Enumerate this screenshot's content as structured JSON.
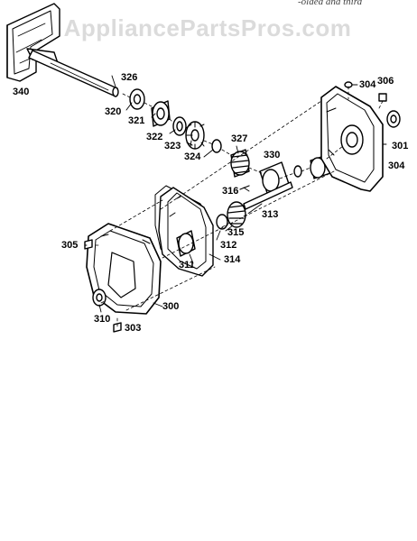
{
  "watermark": "AppliancePartsPros.com",
  "top_note": "-olded and third",
  "parts": [
    {
      "id": "326"
    },
    {
      "id": "340"
    },
    {
      "id": "320"
    },
    {
      "id": "321"
    },
    {
      "id": "322"
    },
    {
      "id": "323"
    },
    {
      "id": "324"
    },
    {
      "id": "327"
    },
    {
      "id": "330"
    },
    {
      "id": "304"
    },
    {
      "id": "306"
    },
    {
      "id": "301"
    },
    {
      "id": "304"
    },
    {
      "id": "316"
    },
    {
      "id": "313"
    },
    {
      "id": "315"
    },
    {
      "id": "312"
    },
    {
      "id": "311"
    },
    {
      "id": "314"
    },
    {
      "id": "305"
    },
    {
      "id": "300"
    },
    {
      "id": "310"
    },
    {
      "id": "303"
    }
  ]
}
